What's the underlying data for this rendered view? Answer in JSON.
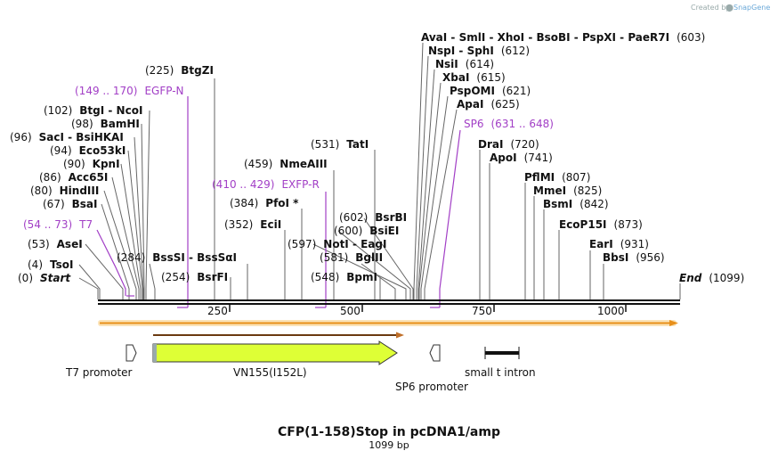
{
  "credit": {
    "prefix": "Created by",
    "brand": "SnapGene"
  },
  "title": "CFP(1-158)Stop in pcDNA1/amp",
  "subtitle": "1099 bp",
  "sequence_length": 1099,
  "ticks": [
    {
      "pos": 250,
      "label": "250"
    },
    {
      "pos": 500,
      "label": "500"
    },
    {
      "pos": 750,
      "label": "750"
    },
    {
      "pos": 1000,
      "label": "1000"
    }
  ],
  "labels": [
    {
      "num": "(0)",
      "name": "Start",
      "style": "italic",
      "pos": 0
    },
    {
      "num": "(4)",
      "name": "TsoI",
      "pos": 4
    },
    {
      "num": "(53)",
      "name": "AseI",
      "pos": 53
    },
    {
      "num": "(54 .. 73)",
      "name": "T7",
      "primer": true,
      "pos": 54,
      "end": 73
    },
    {
      "num": "(67)",
      "name": "BsaI",
      "pos": 67
    },
    {
      "num": "(80)",
      "name": "HindIII",
      "pos": 80
    },
    {
      "num": "(86)",
      "name": "Acc65I",
      "pos": 86
    },
    {
      "num": "(90)",
      "name": "KpnI",
      "pos": 90
    },
    {
      "num": "(94)",
      "name": "Eco53kI",
      "pos": 94
    },
    {
      "num": "(96)",
      "name": "SacI  -  BsiHKAI",
      "pos": 96
    },
    {
      "num": "(98)",
      "name": "BamHI",
      "pos": 98
    },
    {
      "num": "(102)",
      "name": "BtgI  -  NcoI",
      "pos": 102
    },
    {
      "num": "(149 .. 170)",
      "name": "EGFP-N",
      "primer": true,
      "pos": 149,
      "end": 170
    },
    {
      "num": "(225)",
      "name": "BtgZI",
      "pos": 225
    },
    {
      "num": "(284)",
      "name": "BssSI  -  BssSαI",
      "after": true,
      "pos": 284
    },
    {
      "num": "(254)",
      "name": "BsrFI",
      "pos": 254
    },
    {
      "num": "(352)",
      "name": "EciI",
      "pos": 352
    },
    {
      "num": "(384)",
      "name": "PfoI *",
      "pos": 384
    },
    {
      "num": "(410 .. 429)",
      "name": "EXFP-R",
      "primer": true,
      "pos": 410,
      "end": 429
    },
    {
      "num": "(459)",
      "name": "NmeAIII",
      "pos": 459
    },
    {
      "num": "(531)",
      "name": "TatI",
      "pos": 531
    },
    {
      "num": "(548)",
      "name": "BpmI",
      "pos": 548
    },
    {
      "num": "(581)",
      "name": "BglII",
      "pos": 581
    },
    {
      "num": "(597)",
      "name": "NotI  -  EagI",
      "pos": 597
    },
    {
      "num": "(600)",
      "name": "BsiEI",
      "pos": 600
    },
    {
      "num": "(602)",
      "name": "BsrBI",
      "pos": 602
    },
    {
      "num": "(603)",
      "name": "AvaI  -  SmlI  -  XhoI  -  BsoBI  -  PspXI  -  PaeR7I",
      "after": true,
      "pos": 603
    },
    {
      "num": "(612)",
      "name": "NspI  -  SphI",
      "after": true,
      "pos": 612
    },
    {
      "num": "(614)",
      "name": "NsiI",
      "after": true,
      "pos": 614
    },
    {
      "num": "(615)",
      "name": "XbaI",
      "after": true,
      "pos": 615
    },
    {
      "num": "(621)",
      "name": "PspOMI",
      "after": true,
      "pos": 621
    },
    {
      "num": "(625)",
      "name": "ApaI",
      "after": true,
      "pos": 625
    },
    {
      "num": "(631 .. 648)",
      "name": "SP6",
      "primer": true,
      "after": true,
      "pos": 631,
      "end": 648
    },
    {
      "num": "(720)",
      "name": "DraI",
      "after": true,
      "pos": 720
    },
    {
      "num": "(741)",
      "name": "ApoI",
      "after": true,
      "pos": 741
    },
    {
      "num": "(807)",
      "name": "PflMI",
      "after": true,
      "pos": 807
    },
    {
      "num": "(825)",
      "name": "MmeI",
      "after": true,
      "pos": 825
    },
    {
      "num": "(842)",
      "name": "BsmI",
      "after": true,
      "pos": 842
    },
    {
      "num": "(873)",
      "name": "EcoP15I",
      "after": true,
      "pos": 873
    },
    {
      "num": "(931)",
      "name": "EarI",
      "after": true,
      "pos": 931
    },
    {
      "num": "(956)",
      "name": "BbsI",
      "after": true,
      "pos": 956
    },
    {
      "num": "(1099)",
      "name": "End",
      "style": "italic",
      "after": true,
      "pos": 1099
    }
  ],
  "features": [
    {
      "name": "T7 promoter",
      "type": "promoter",
      "strand": "forward",
      "start": 54,
      "end": 73
    },
    {
      "name": "VN155(I152L)",
      "type": "cds",
      "strand": "forward",
      "start": 105,
      "end": 570,
      "color": "#deff36"
    },
    {
      "name": "SP6 promoter",
      "type": "promoter",
      "strand": "reverse",
      "start": 631,
      "end": 648
    },
    {
      "name": "small t intron",
      "type": "intron",
      "start": 736,
      "end": 802
    }
  ],
  "colors": {
    "primer": "#a23fc6",
    "cds": "#deff36",
    "orf_full": "#f5a623",
    "orf_inner": "#8b4513",
    "backbone": "#111111"
  }
}
